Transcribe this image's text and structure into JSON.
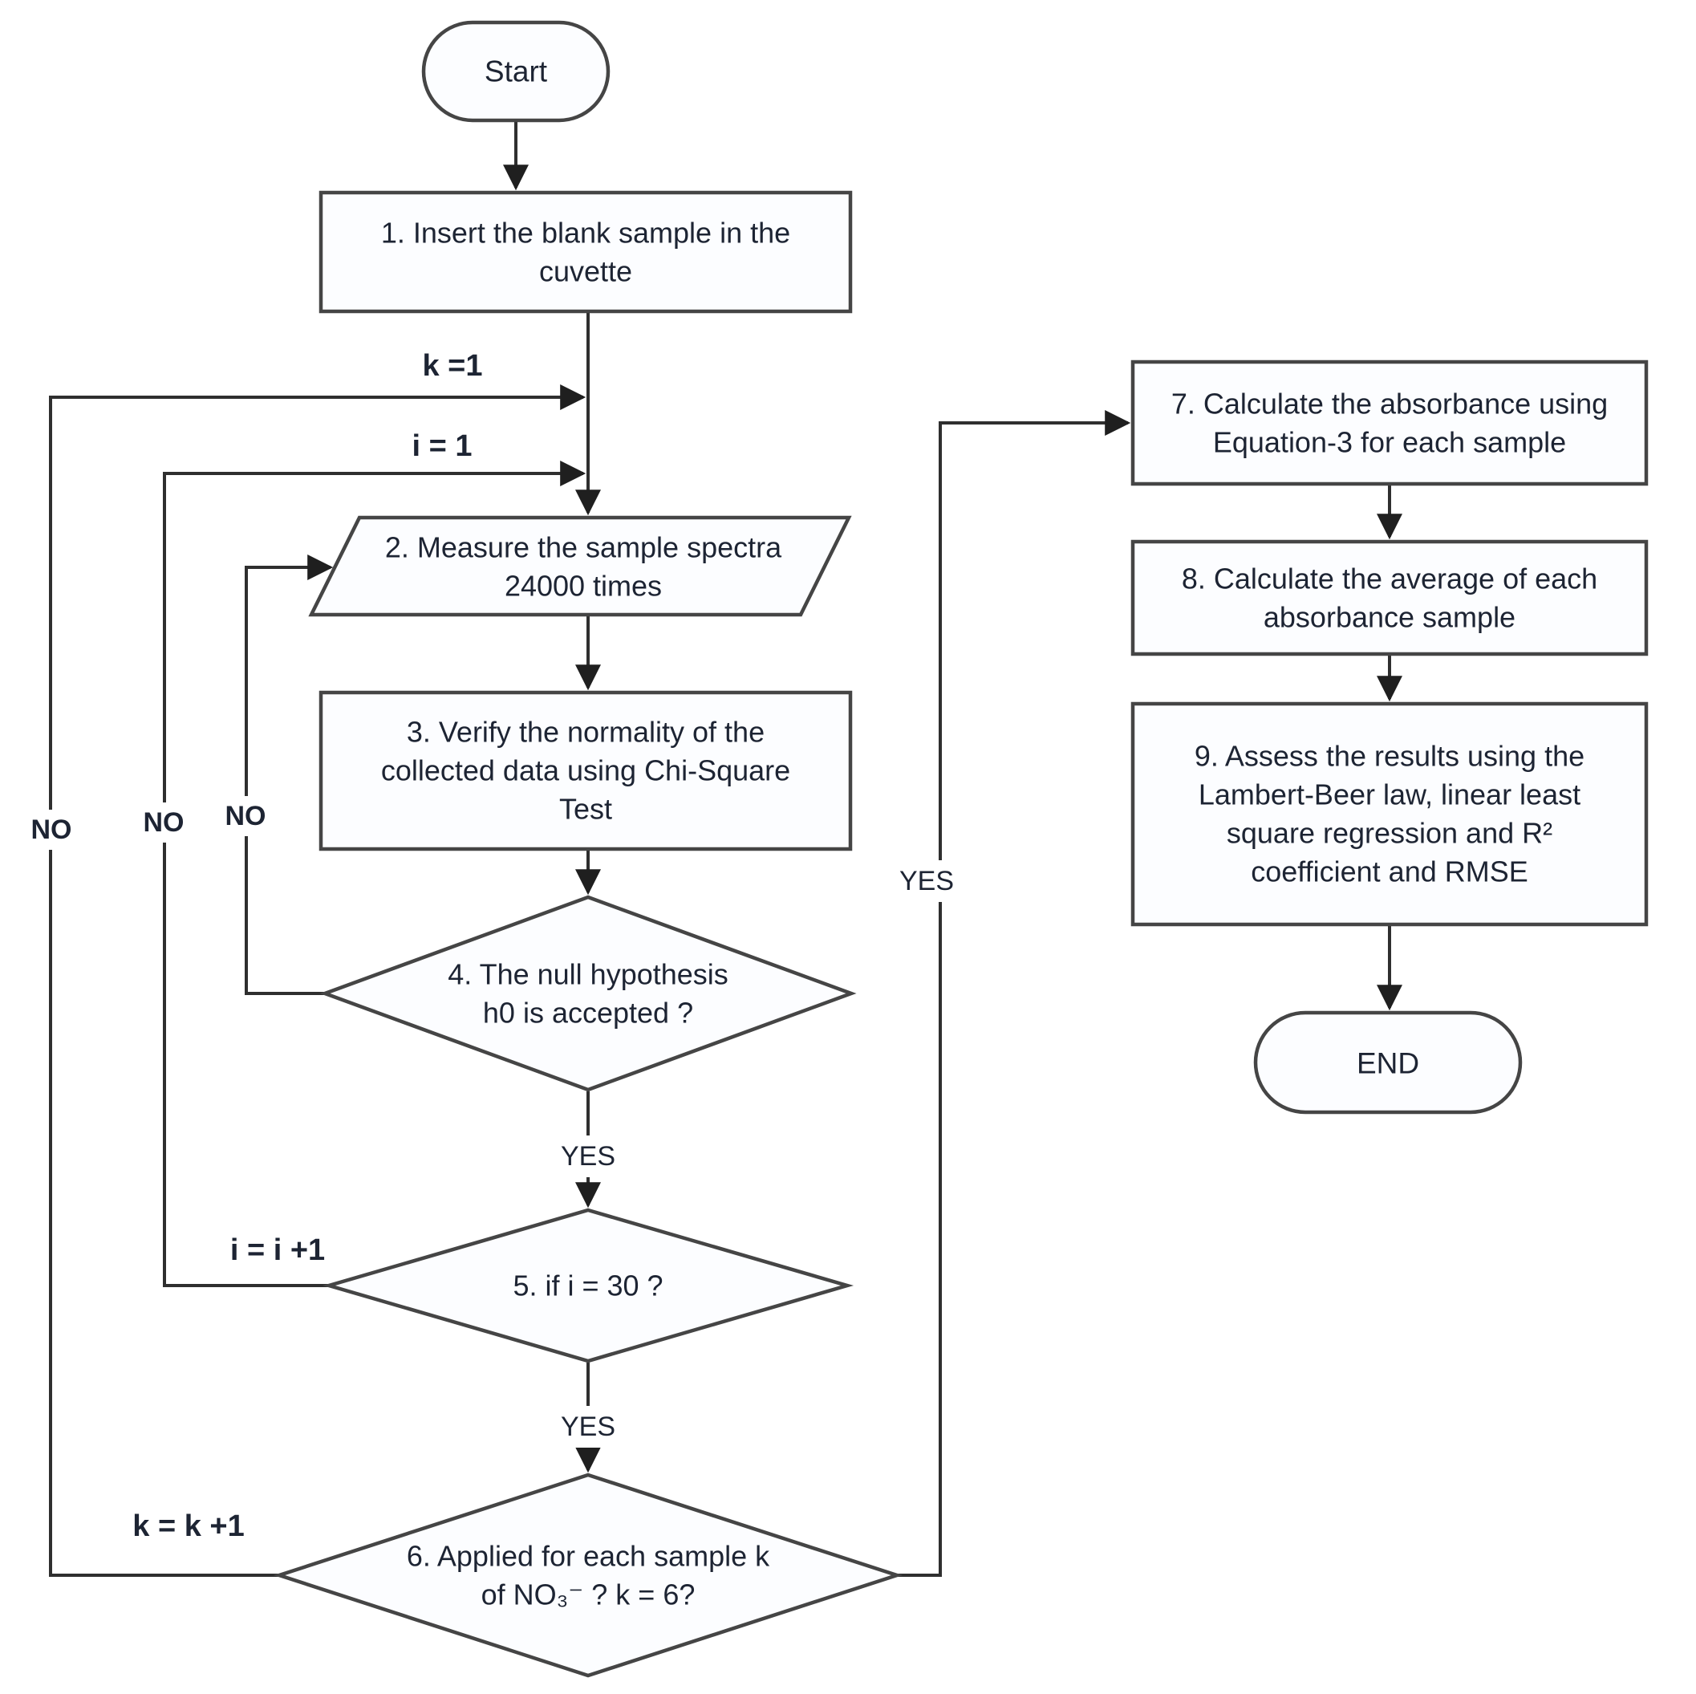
{
  "diagram": {
    "type": "flowchart",
    "nodes": {
      "start": {
        "label": "Start",
        "shape": "terminator"
      },
      "step1": {
        "shape": "process",
        "lines": [
          "1. Insert the blank sample in the",
          "cuvette"
        ]
      },
      "step2": {
        "shape": "input-output",
        "lines": [
          "2. Measure the sample spectra",
          "24000 times"
        ]
      },
      "step3": {
        "shape": "process",
        "lines": [
          "3. Verify the normality of the",
          "collected data using Chi-Square",
          "Test"
        ]
      },
      "step4": {
        "shape": "decision",
        "lines": [
          "4. The null hypothesis",
          "h0 is accepted ?"
        ]
      },
      "step5": {
        "shape": "decision",
        "lines": [
          "5. if i = 30 ?"
        ]
      },
      "step6": {
        "shape": "decision",
        "lines": [
          "6. Applied for each sample k",
          "of NO₃⁻ ?  k = 6?"
        ]
      },
      "step7": {
        "shape": "process",
        "lines": [
          "7. Calculate the absorbance using",
          "Equation-3 for each sample"
        ]
      },
      "step8": {
        "shape": "process",
        "lines": [
          "8. Calculate the average of each",
          "absorbance sample"
        ]
      },
      "step9": {
        "shape": "process",
        "lines": [
          "9. Assess the results using the",
          "Lambert-Beer law, linear least",
          "square regression and R²",
          "coefficient and RMSE"
        ]
      },
      "end": {
        "label": "END",
        "shape": "terminator"
      }
    },
    "edge_labels": {
      "k_init": "k =1",
      "i_init": "i = 1",
      "i_increment": "i = i +1",
      "k_increment": "k = k +1",
      "yes_4": "YES",
      "yes_5": "YES",
      "yes_6": "YES",
      "no_4": "NO",
      "no_5": "NO",
      "no_6": "NO"
    },
    "colors": {
      "shape_fill": "#fcfdff",
      "shape_border": "#454545",
      "edge_line": "#2f2f2f",
      "text": "#1d2433",
      "background": "#ffffff"
    }
  }
}
